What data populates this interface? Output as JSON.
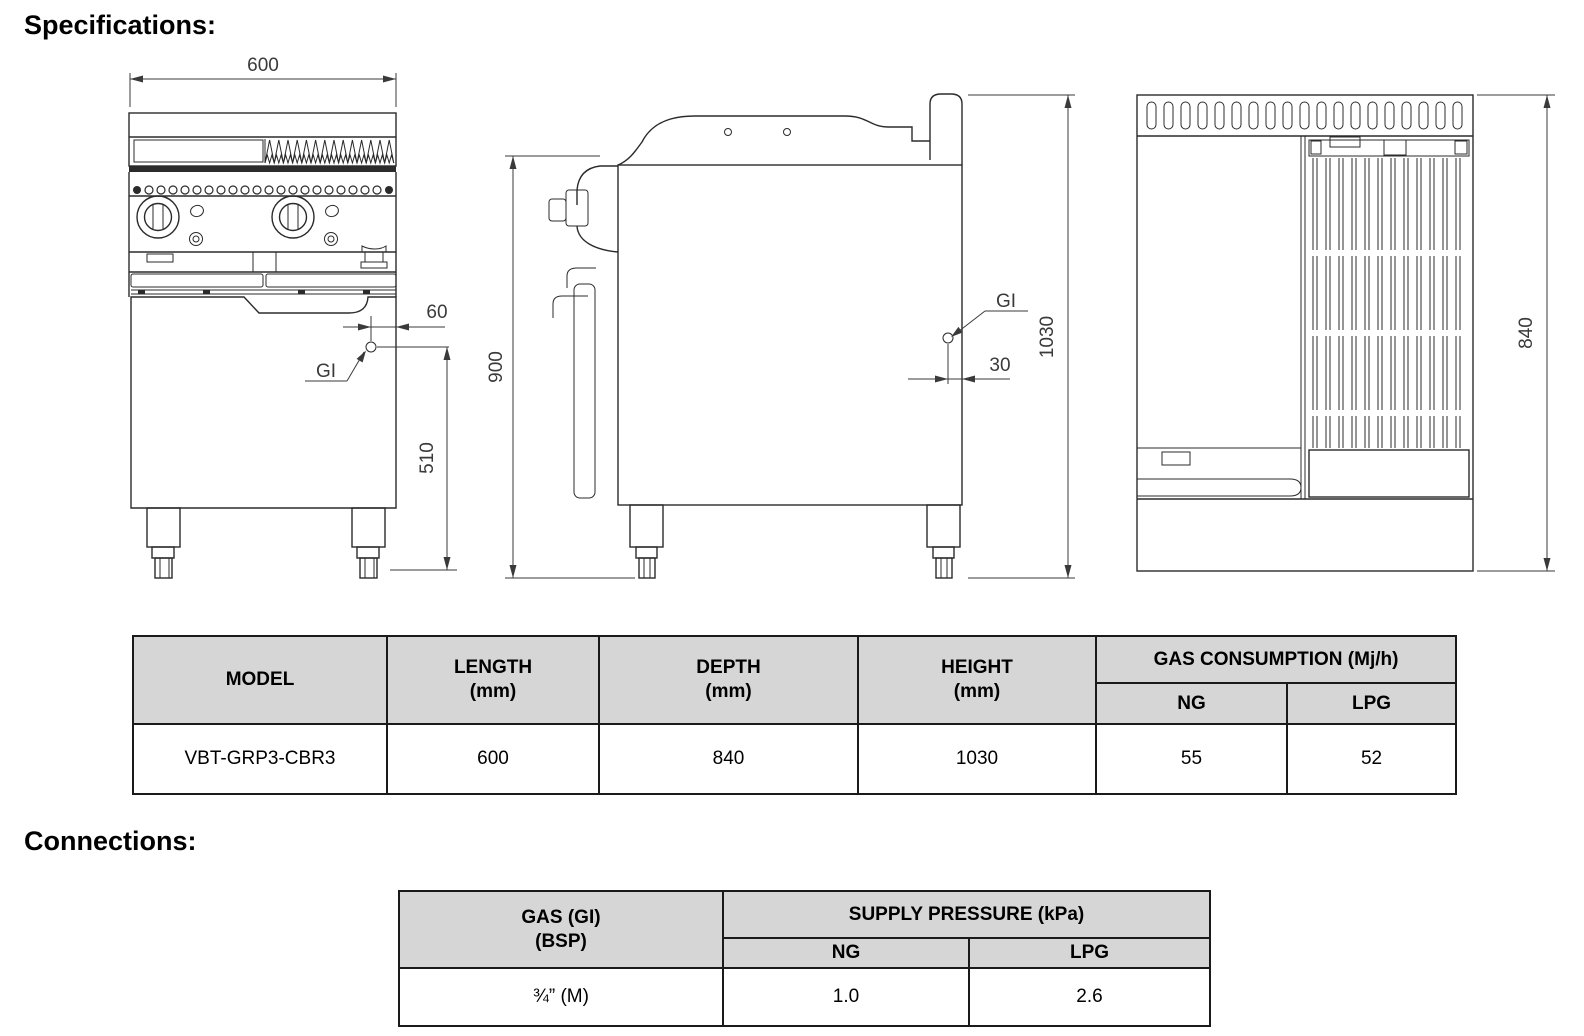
{
  "page": {
    "specifications_heading": "Specifications:",
    "connections_heading": "Connections:"
  },
  "colors": {
    "table_header_bg": "#d6d6d6",
    "drawing_line": "#2b2b2b"
  },
  "drawings": {
    "front_view": {
      "width_dim": "600",
      "gi_offset_dim": "60",
      "gi_height_dim": "510",
      "gas_inlet_label": "GI"
    },
    "side_view": {
      "front_height_dim": "900",
      "gi_offset_dim": "30",
      "total_height_dim": "1030",
      "gas_inlet_label": "GI"
    },
    "top_view": {
      "depth_dim": "840"
    }
  },
  "spec_table": {
    "col_model": "MODEL",
    "col_length_label": "LENGTH",
    "col_length_unit": "(mm)",
    "col_depth_label": "DEPTH",
    "col_depth_unit": "(mm)",
    "col_height_label": "HEIGHT",
    "col_height_unit": "(mm)",
    "col_gas_label": "GAS CONSUMPTION (Mj/h)",
    "col_ng": "NG",
    "col_lpg": "LPG",
    "row": {
      "model": "VBT-GRP3-CBR3",
      "length": "600",
      "depth": "840",
      "height": "1030",
      "ng": "55",
      "lpg": "52"
    }
  },
  "conn_table": {
    "col_gas_line1": "GAS (GI)",
    "col_gas_line2": "(BSP)",
    "col_pressure_label": "SUPPLY PRESSURE (kPa)",
    "col_ng": "NG",
    "col_lpg": "LPG",
    "row": {
      "gas": "¾” (M)",
      "ng": "1.0",
      "lpg": "2.6"
    }
  }
}
